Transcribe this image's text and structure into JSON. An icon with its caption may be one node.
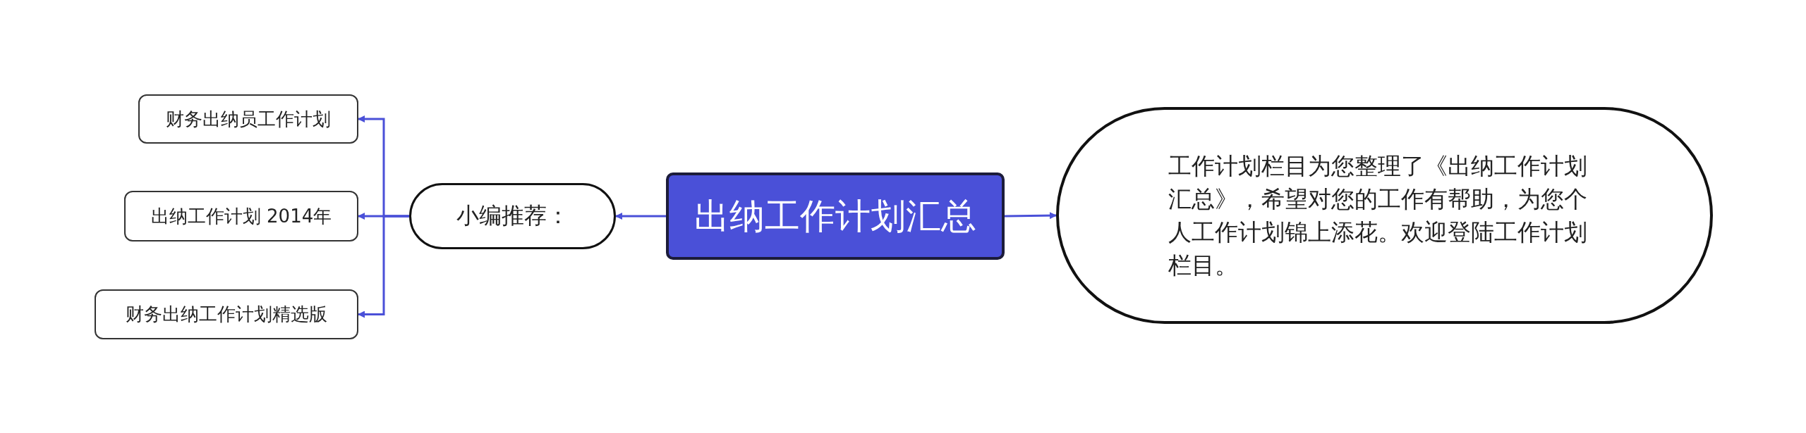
{
  "diagram": {
    "nodes": [
      {
        "text": [
          "出纳工作计划汇总"
        ]
      },
      {
        "text": [
          "小编推荐："
        ]
      },
      {
        "text": [
          "财务出纳员工作计划"
        ]
      },
      {
        "text": [
          "出纳工作计划 2014年"
        ]
      },
      {
        "text": [
          "财务出纳工作计划精选版"
        ]
      },
      {
        "text": [
          "工作计划栏目为您整理了《出纳工作计划汇总》，希望对您的工作有帮助，为您个人工作计划锦上添花。欢迎登陆工作计划栏目。"
        ]
      }
    ],
    "edges": [
      {
        "from": 0,
        "to": 1,
        "arrow": "to"
      },
      {
        "from": 0,
        "to": 5,
        "arrow": "to"
      },
      {
        "from": 1,
        "to": 2,
        "arrow": "to"
      },
      {
        "from": 1,
        "to": 3,
        "arrow": "to"
      },
      {
        "from": 1,
        "to": 4,
        "arrow": "to"
      }
    ]
  }
}
